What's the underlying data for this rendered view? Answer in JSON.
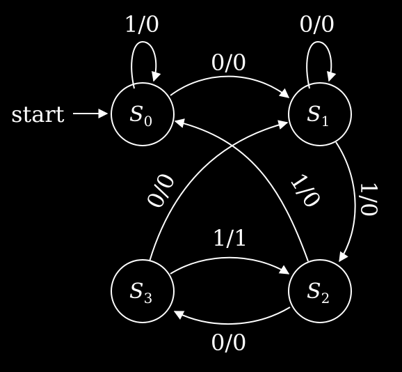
{
  "start_label": "start",
  "states": [
    {
      "id": "S0",
      "base": "S",
      "sub": "0"
    },
    {
      "id": "S1",
      "base": "S",
      "sub": "1"
    },
    {
      "id": "S2",
      "base": "S",
      "sub": "2"
    },
    {
      "id": "S3",
      "base": "S",
      "sub": "3"
    }
  ],
  "transitions": [
    {
      "from": "S0",
      "to": "S0",
      "label": "1/0"
    },
    {
      "from": "S0",
      "to": "S1",
      "label": "0/0"
    },
    {
      "from": "S1",
      "to": "S1",
      "label": "0/0"
    },
    {
      "from": "S1",
      "to": "S2",
      "label": "1/0"
    },
    {
      "from": "S2",
      "to": "S0",
      "label": "1/0"
    },
    {
      "from": "S3",
      "to": "S1",
      "label": "0/0"
    },
    {
      "from": "S3",
      "to": "S2",
      "label": "1/1"
    },
    {
      "from": "S2",
      "to": "S3",
      "label": "0/0"
    }
  ],
  "colors": {
    "background": "#000000",
    "stroke": "#ffffff",
    "text": "#ffffff"
  }
}
